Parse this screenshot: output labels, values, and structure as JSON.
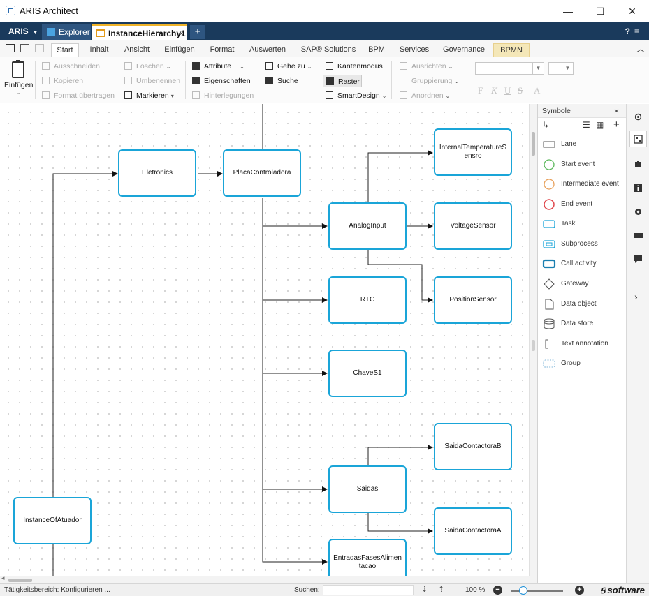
{
  "window": {
    "title": "ARIS Architect",
    "minimize": "—",
    "maximize": "☐",
    "close": "✕"
  },
  "tabbar": {
    "aris_label": "ARIS",
    "explorer_label": "Explorer",
    "active_tab_label": "InstanceHierarchy1",
    "active_tab_close": "×",
    "add": "+",
    "right_icons": "?≡"
  },
  "ribbon_tabs": [
    "Start",
    "Inhalt",
    "Ansicht",
    "Einfügen",
    "Format",
    "Auswerten",
    "SAP® Solutions",
    "BPM",
    "Services",
    "Governance",
    "BPMN"
  ],
  "ribbon": {
    "einfuegen": "Einfügen",
    "ausschneiden": "Ausschneiden",
    "kopieren": "Kopieren",
    "format_uebertragen": "Format übertragen",
    "loeschen": "Löschen",
    "umbenennen": "Umbenennen",
    "markieren": "Markieren",
    "attribute": "Attribute",
    "eigenschaften": "Eigenschaften",
    "hinterlegungen": "Hinterlegungen",
    "gehe_zu": "Gehe zu",
    "suche": "Suche",
    "kantenmodus": "Kantenmodus",
    "raster": "Raster",
    "smartdesign": "SmartDesign",
    "ausrichten": "Ausrichten",
    "gruppierung": "Gruppierung",
    "anordnen": "Anordnen",
    "format_letters": [
      "F",
      "K",
      "U",
      "S",
      "A"
    ]
  },
  "diagram": {
    "nodes": [
      {
        "id": "eletronics",
        "label": "Eletronics"
      },
      {
        "id": "placa",
        "label": "PlacaControladora"
      },
      {
        "id": "internaltemp",
        "label": "InternalTemperatureSensro"
      },
      {
        "id": "analoginput",
        "label": "AnalogInput"
      },
      {
        "id": "voltagesensor",
        "label": "VoltageSensor"
      },
      {
        "id": "rtc",
        "label": "RTC"
      },
      {
        "id": "positionsensor",
        "label": "PositionSensor"
      },
      {
        "id": "chaves1",
        "label": "ChaveS1"
      },
      {
        "id": "saidacontactorab",
        "label": "SaidaContactoraB"
      },
      {
        "id": "saidas",
        "label": "Saidas"
      },
      {
        "id": "instanceofatuador",
        "label": "InstanceOfAtuador"
      },
      {
        "id": "saidacontactoraa",
        "label": "SaidaContactoraA"
      },
      {
        "id": "entradas",
        "label": "EntradasFasesAlimentacao"
      }
    ]
  },
  "symbols_panel": {
    "title": "Symbole",
    "close": "×",
    "items": [
      {
        "label": "Lane",
        "icon": "lane-icon"
      },
      {
        "label": "Start event",
        "icon": "start-event-icon"
      },
      {
        "label": "Intermediate event",
        "icon": "intermediate-event-icon"
      },
      {
        "label": "End event",
        "icon": "end-event-icon"
      },
      {
        "label": "Task",
        "icon": "task-icon"
      },
      {
        "label": "Subprocess",
        "icon": "subprocess-icon"
      },
      {
        "label": "Call activity",
        "icon": "call-activity-icon"
      },
      {
        "label": "Gateway",
        "icon": "gateway-icon"
      },
      {
        "label": "Data object",
        "icon": "data-object-icon"
      },
      {
        "label": "Data store",
        "icon": "data-store-icon"
      },
      {
        "label": "Text annotation",
        "icon": "text-annotation-icon"
      },
      {
        "label": "Group",
        "icon": "group-icon"
      }
    ]
  },
  "statusbar": {
    "activity": "Tätigkeitsbereich: Konfigurieren ...",
    "search_label": "Suchen:",
    "zoom": "100 %",
    "brand": "software"
  },
  "colors": {
    "node_border": "#1aa5d8",
    "title_bar_dark": "#1a3a5c",
    "active_tab_accent": "#f0b429"
  }
}
